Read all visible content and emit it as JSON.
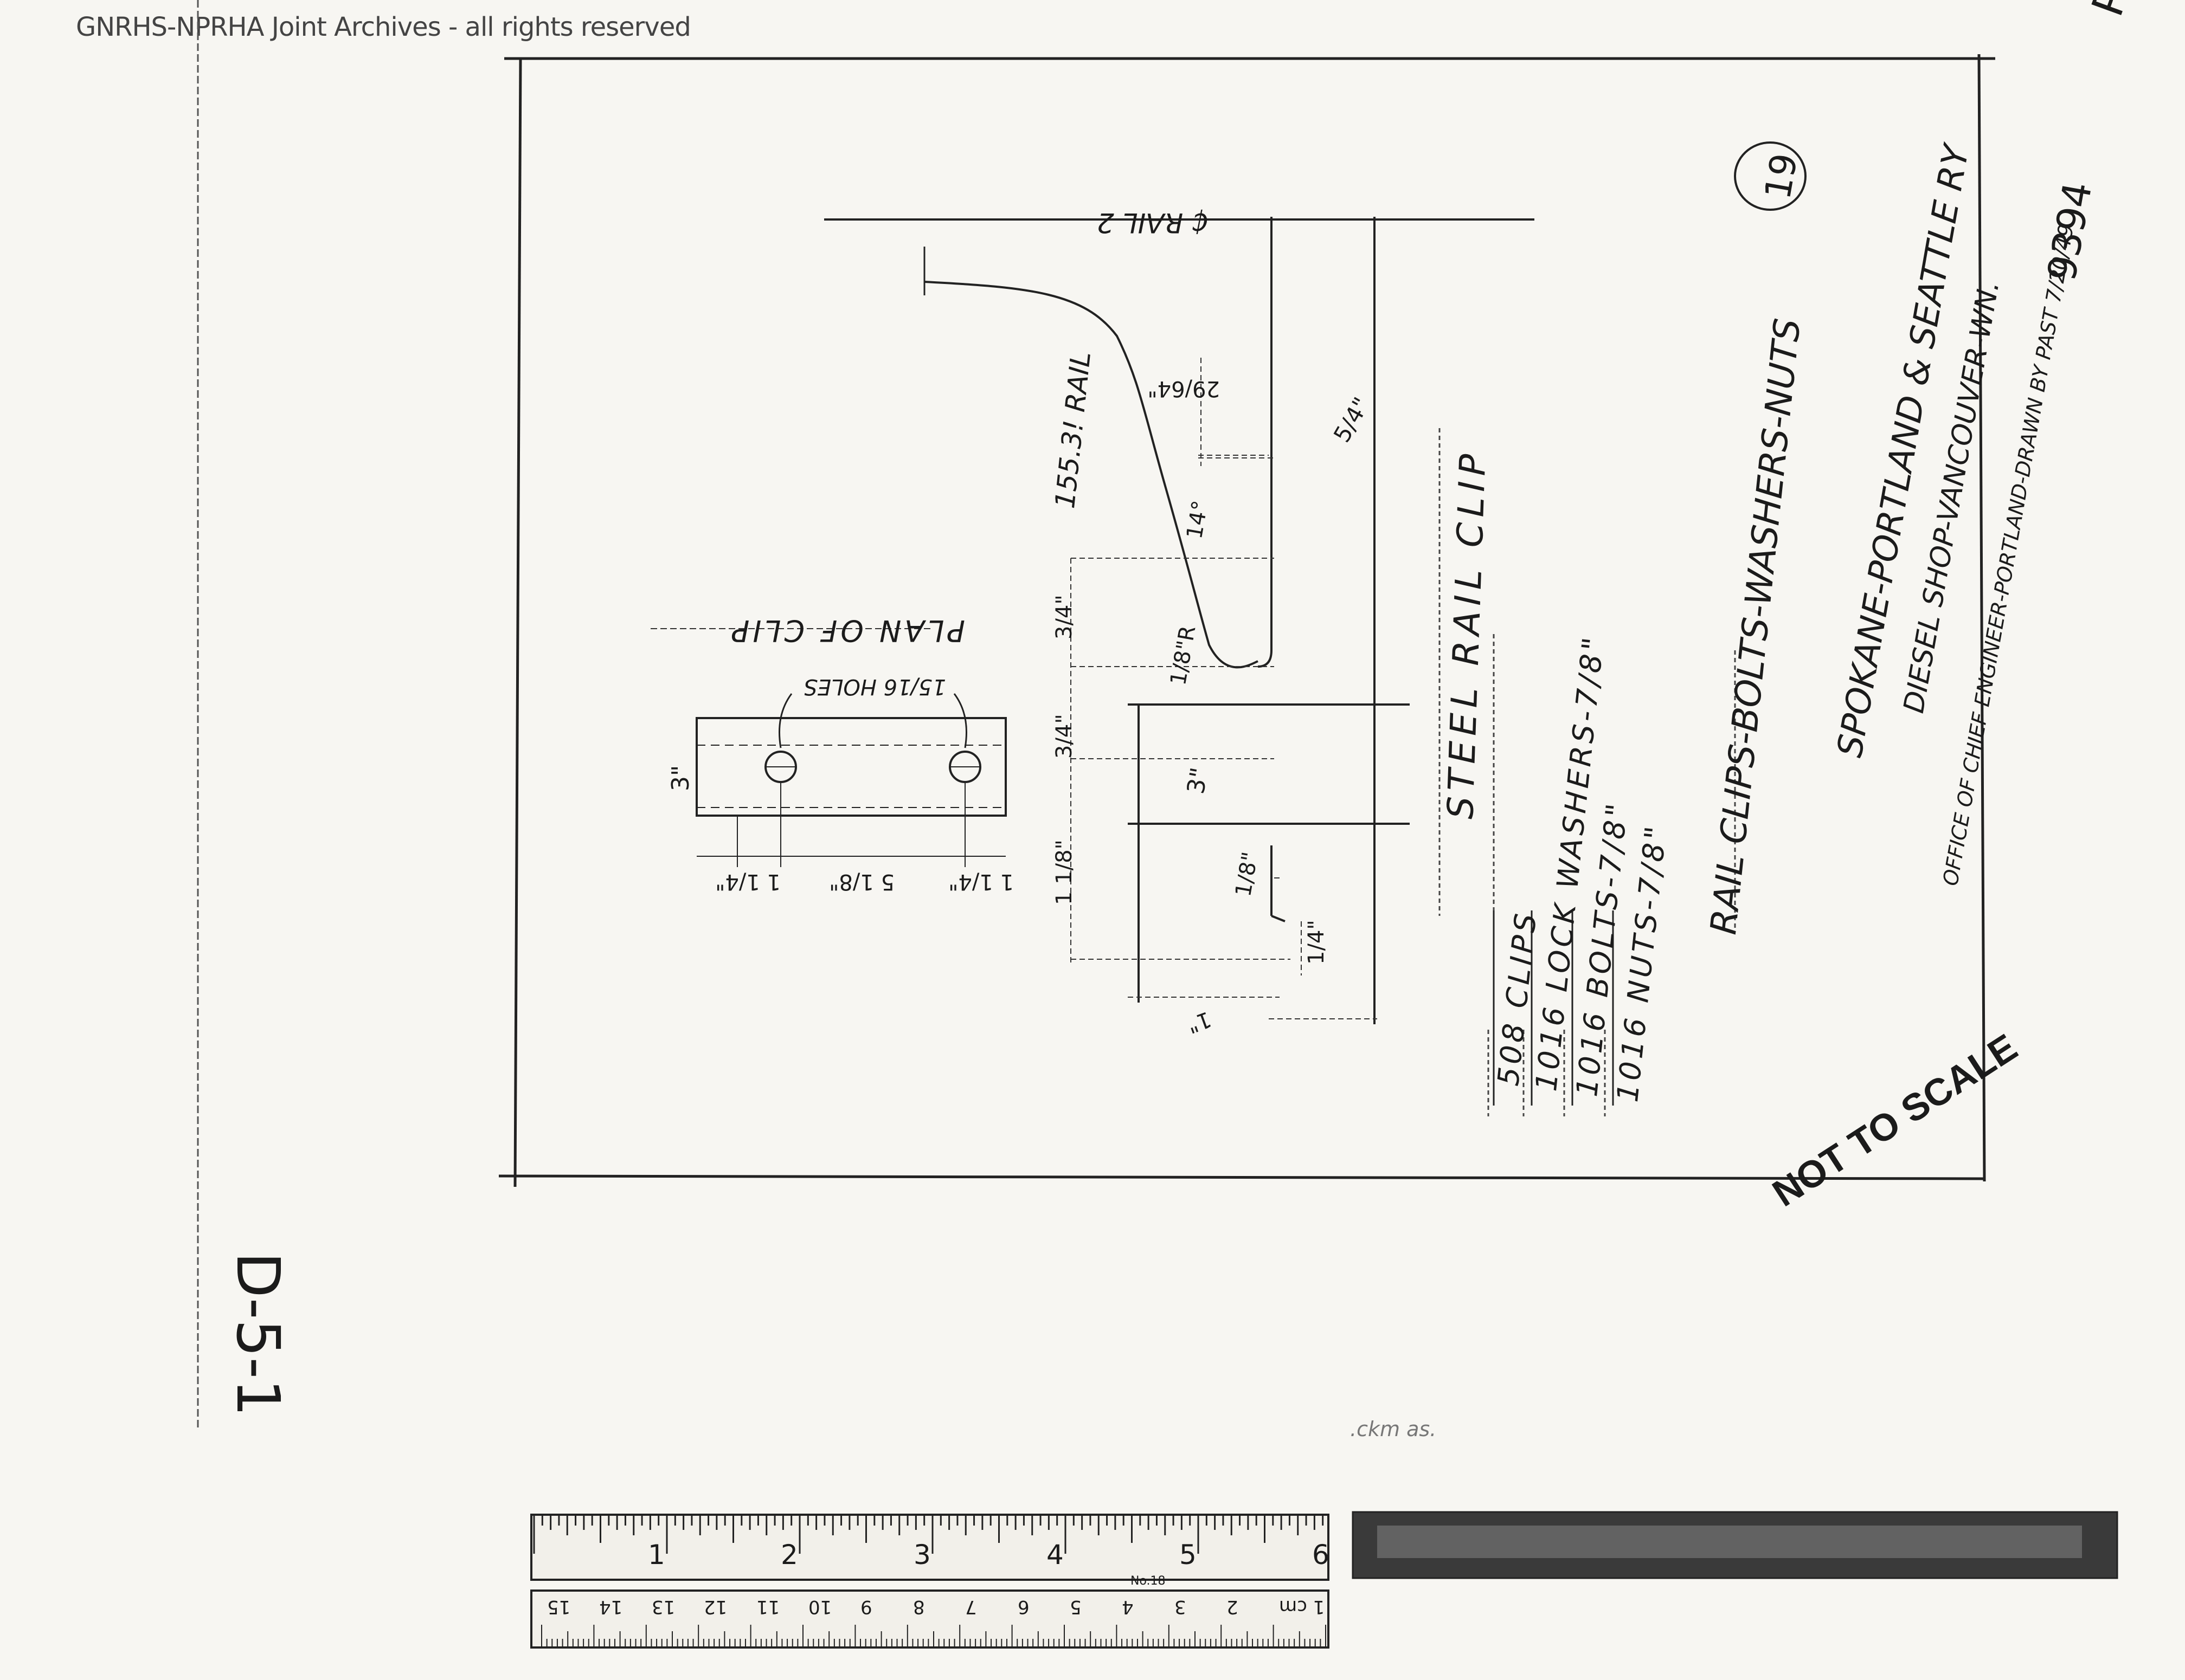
{
  "watermark": "GNRHS-NPRHA Joint Archives - all rights reserved",
  "corner_mark": "P",
  "sheet_id": "D-5-1",
  "drawing_number": "9394",
  "item_number": "19",
  "title_block": {
    "railway": "SPOKANE-PORTLAND & SEATTLE RY",
    "shop": "DIESEL SHOP-VANCOUVER-WN.",
    "office": "OFFICE OF CHIEF ENGINEER-PORTLAND-DRAWN BY PAST 7/20/49"
  },
  "drawing_title": "RAIL CLIPS-BOLTS-WASHERS-NUTS",
  "part_label": "STEEL RAIL CLIP",
  "bill_of_materials": [
    "508 CLIPS",
    "1016 LOCK WASHERS-7/8\"",
    "1016 BOLTS-7/8\"",
    "1016 NUTS-7/8\""
  ],
  "scale_note": "NOT TO SCALE",
  "rail_labels": {
    "centerline": "₵ RAIL 2",
    "rail": "155.3! RAIL"
  },
  "plan_view": {
    "title": "PLAN OF CLIP",
    "holes": "15/16 HOLES",
    "width": "3\"",
    "dim_left": "1 1/4\"",
    "dim_mid": "5 1/8\"",
    "dim_right": "1 1/4\""
  },
  "clip_dims": {
    "d1": "29/64\"",
    "d2": "5/4\"",
    "angle": "14°",
    "d3": "3/4\"",
    "radius": "1/8\"R",
    "d4": "3/4\"",
    "d5": "3\"",
    "d6": "1 1/8\"",
    "d7": "1/8\"",
    "d8": "1/4\"",
    "d9": "1\""
  },
  "ruler": {
    "inch_labels": [
      "1",
      "2",
      "3",
      "4",
      "5",
      "6"
    ],
    "cm_labels": [
      "1 cm",
      "2",
      "3",
      "4",
      "5",
      "6",
      "7",
      "8",
      "9",
      "10",
      "11",
      "12",
      "13",
      "14",
      "15"
    ],
    "model": "No.18"
  },
  "smudge_text": ".ckm as."
}
